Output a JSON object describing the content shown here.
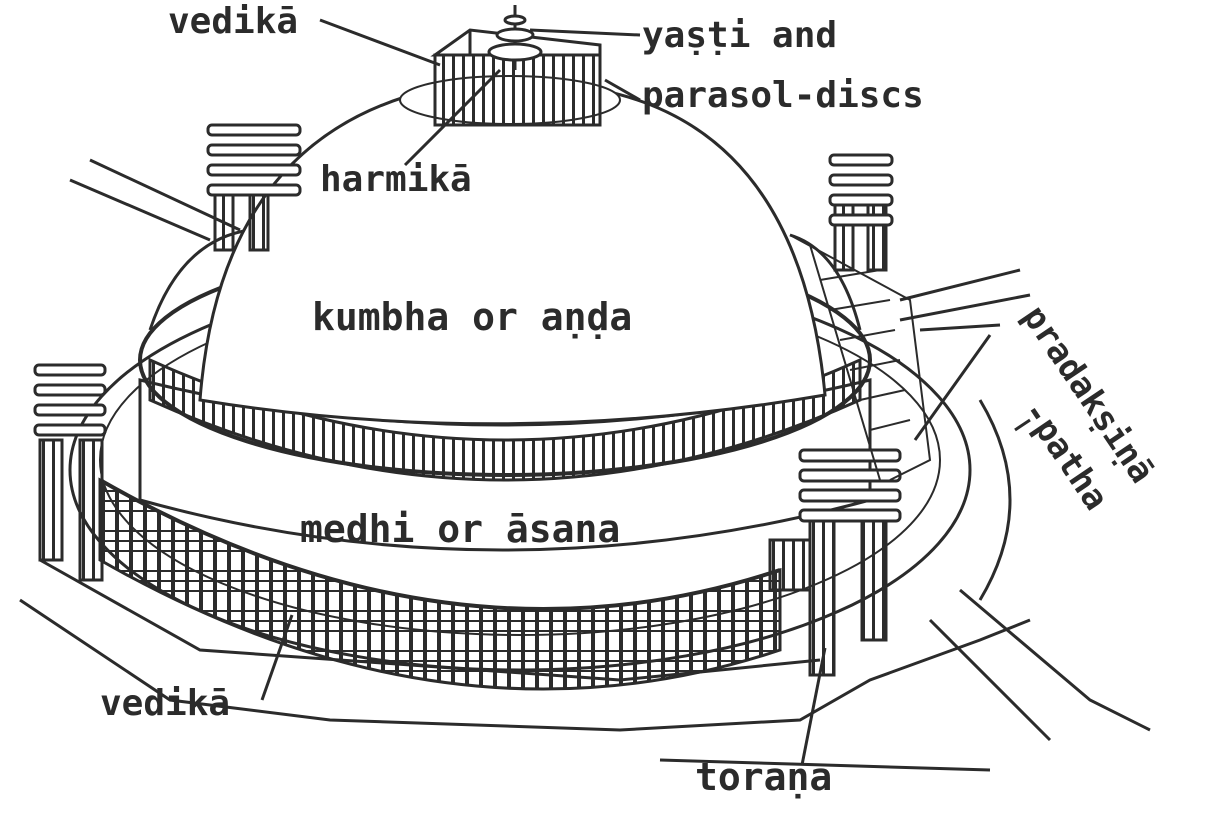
{
  "diagram": {
    "labels": {
      "vedika_top": "vedikā",
      "yasti": "yaṣṭi and",
      "parasol": "parasol-discs",
      "harmika": "harmikā",
      "kumbha": "kumbha or aṇḍa",
      "medhi": "medhi or āsana",
      "pradaksina": "pradakṣiṇā",
      "patha": "-patha",
      "vedika_bottom": "vedikā",
      "torana": "toraṇa"
    },
    "ink_color": "#2b2b2b",
    "background": "#ffffff"
  }
}
